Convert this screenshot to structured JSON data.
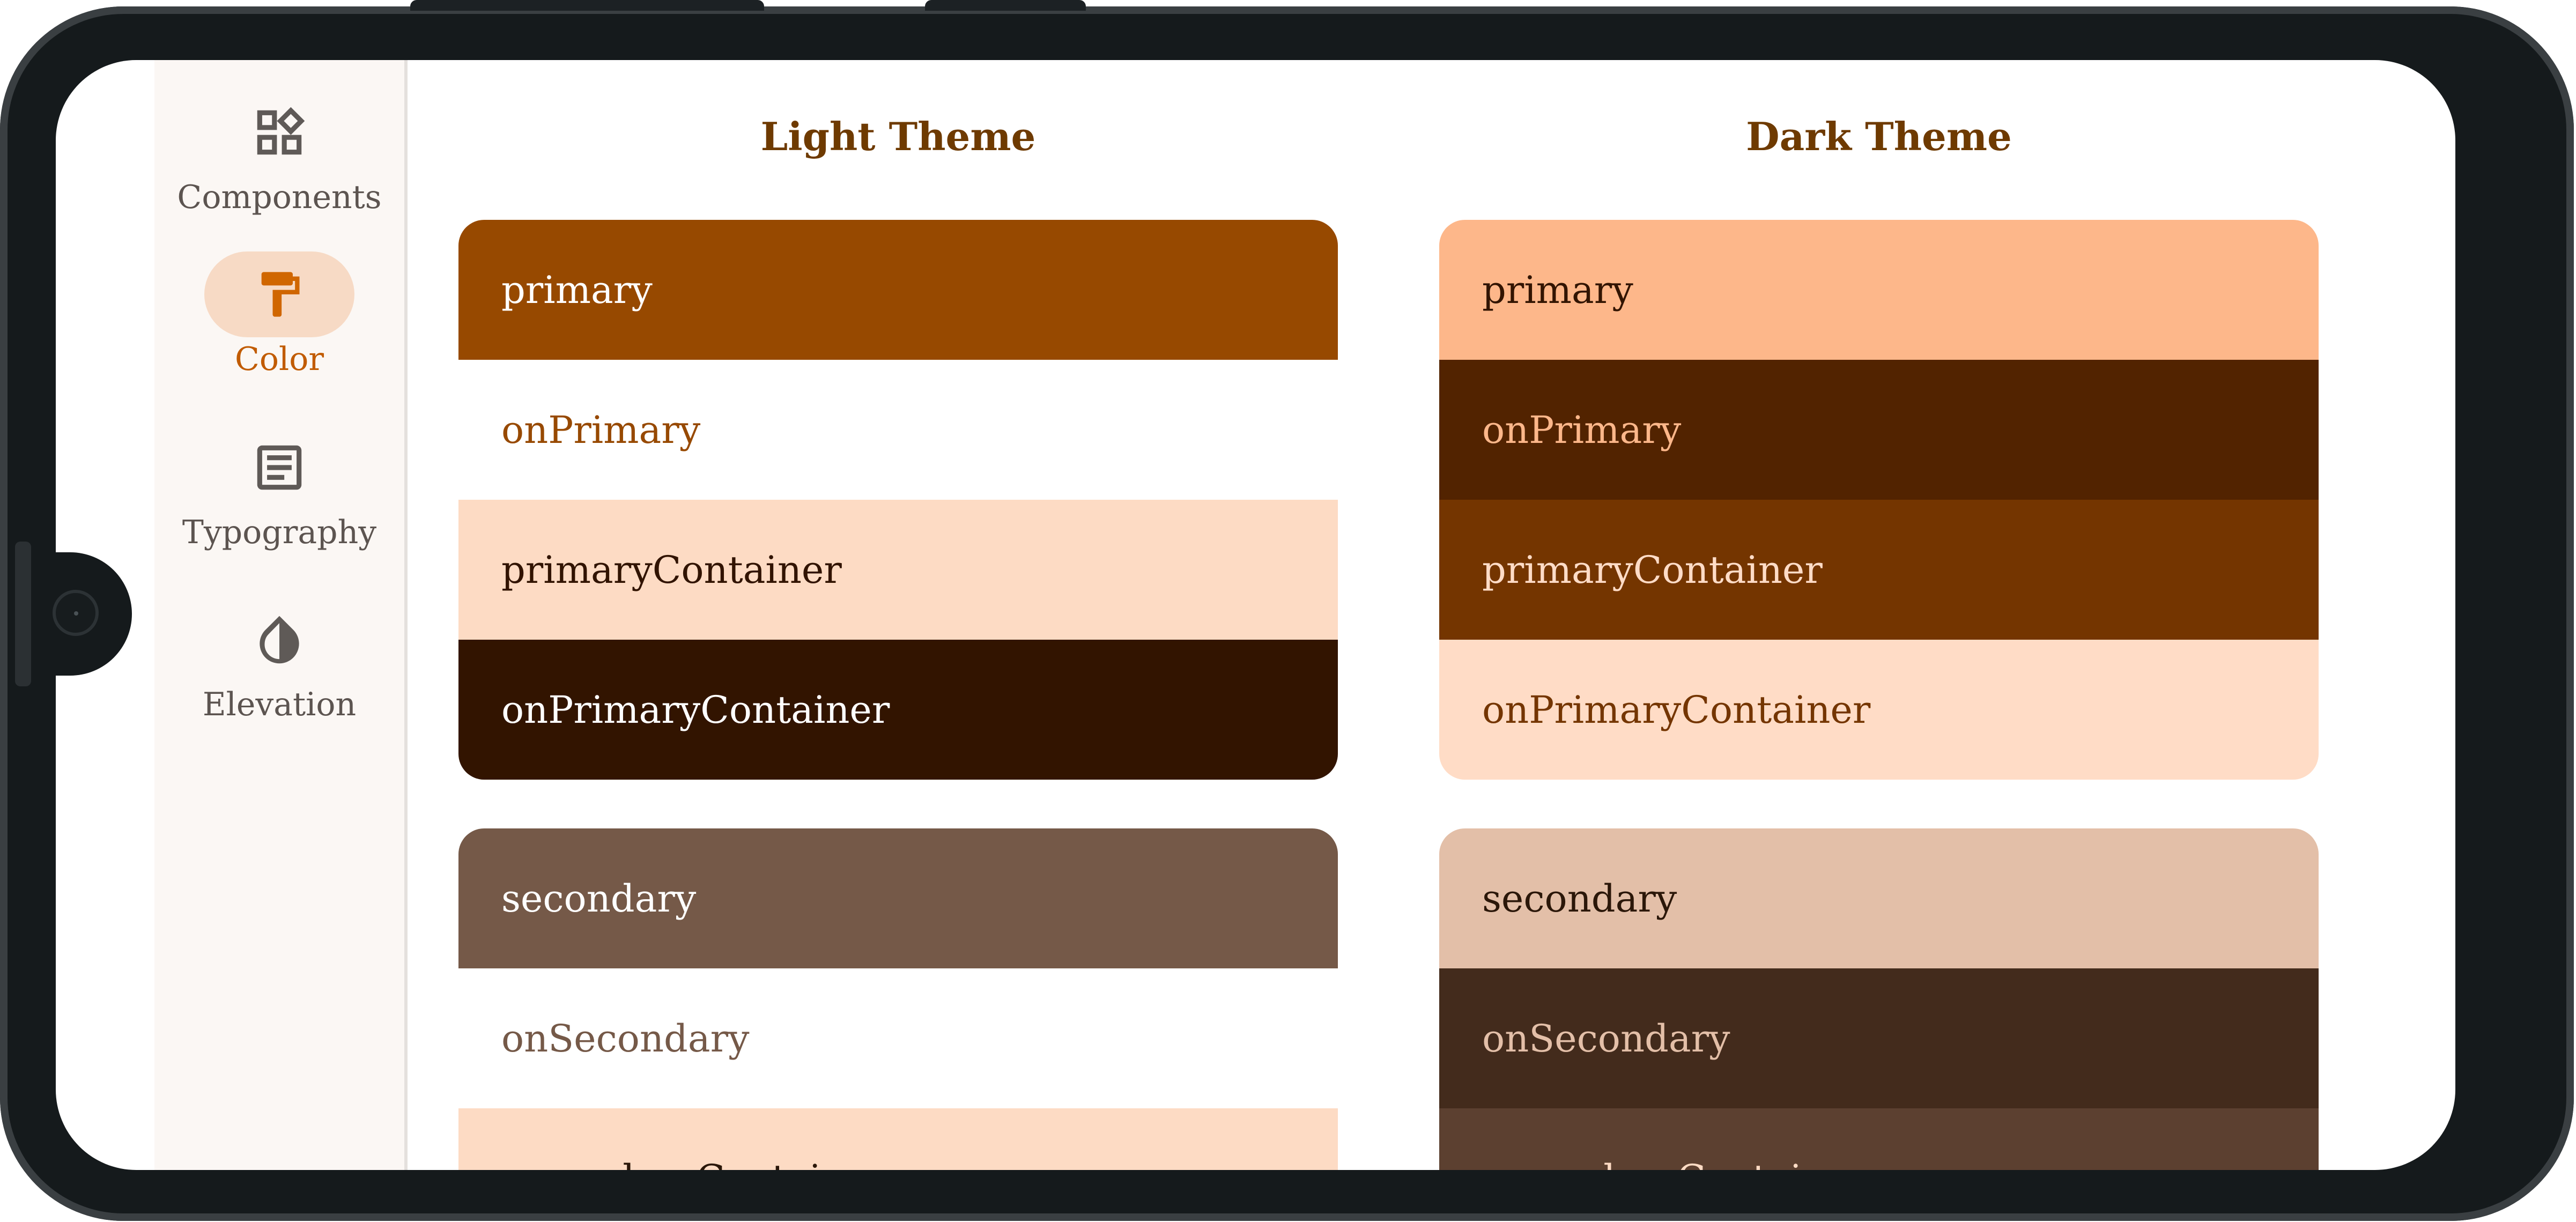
{
  "nav": {
    "items": [
      {
        "label": "Components",
        "icon": "widgets-icon",
        "active": false
      },
      {
        "label": "Color",
        "icon": "format-paint-icon",
        "active": true
      },
      {
        "label": "Typography",
        "icon": "article-icon",
        "active": false
      },
      {
        "label": "Elevation",
        "icon": "opacity-icon",
        "active": false
      }
    ]
  },
  "light": {
    "title": "Light Theme",
    "primary_group": [
      {
        "label": "primary",
        "bg": "#974900",
        "fg": "#ffffff"
      },
      {
        "label": "onPrimary",
        "bg": "#ffffff",
        "fg": "#974900"
      },
      {
        "label": "primaryContainer",
        "bg": "#fddbc4",
        "fg": "#311300"
      },
      {
        "label": "onPrimaryContainer",
        "bg": "#321400",
        "fg": "#ffffff"
      }
    ],
    "secondary_group": [
      {
        "label": "secondary",
        "bg": "#755948",
        "fg": "#ffffff"
      },
      {
        "label": "onSecondary",
        "bg": "#ffffff",
        "fg": "#755948"
      },
      {
        "label": "secondaryContainer",
        "bg": "#fddbc4",
        "fg": "#2b1709"
      }
    ]
  },
  "dark": {
    "title": "Dark Theme",
    "primary_group": [
      {
        "label": "primary",
        "bg": "#fdb78a",
        "fg": "#321400"
      },
      {
        "label": "onPrimary",
        "bg": "#522300",
        "fg": "#fdb78a"
      },
      {
        "label": "primaryContainer",
        "bg": "#743500",
        "fg": "#ffdcc7"
      },
      {
        "label": "onPrimaryContainer",
        "bg": "#ffdcc6",
        "fg": "#743500"
      }
    ],
    "secondary_group": [
      {
        "label": "secondary",
        "bg": "#e3bfa8",
        "fg": "#2b1709"
      },
      {
        "label": "onSecondary",
        "bg": "#432b1c",
        "fg": "#e3bfa8"
      },
      {
        "label": "secondaryContainer",
        "bg": "#5c4030",
        "fg": "#fddbc4"
      }
    ]
  }
}
